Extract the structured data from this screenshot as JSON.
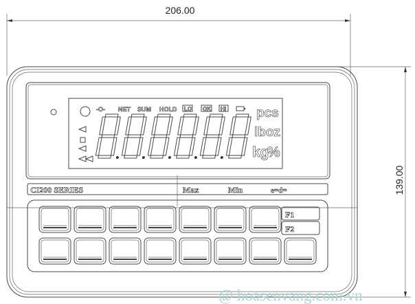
{
  "dimensions": {
    "width": "206.00",
    "height": "139.00"
  },
  "display": {
    "indicators": [
      "-O-",
      "NET",
      "SUM",
      "HOLD",
      "LO",
      "OK",
      "HI"
    ],
    "battery_icon": "battery-icon",
    "digit_count": 6,
    "units": {
      "pcs": "pcs",
      "lb": "lb",
      "oz": "oz",
      "kg": "kg",
      "percent": "%"
    }
  },
  "label_strip": {
    "series": "CI200 SERIES",
    "max": "Max",
    "min": "Min",
    "ed": "e=d="
  },
  "keys": {
    "f1": "F1",
    "f2": "F2",
    "row1_count": 7,
    "row2_count": 8
  },
  "watermark": "@ hoasenvang.com.vn"
}
